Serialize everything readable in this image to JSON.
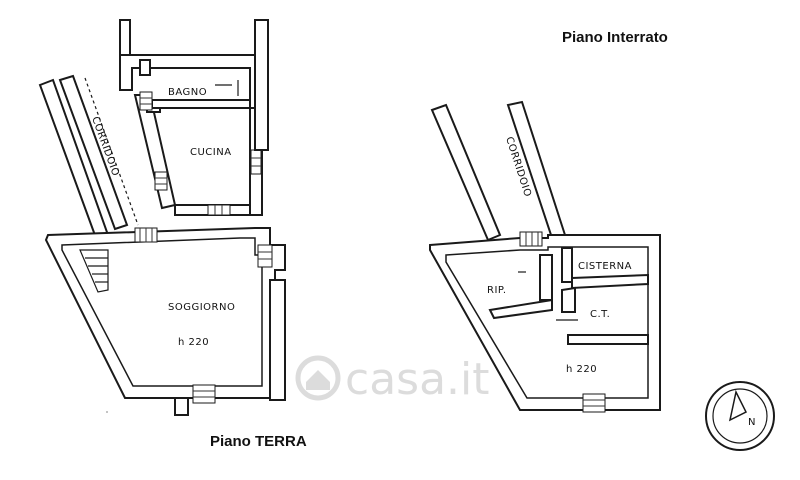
{
  "titles": {
    "ground": "Piano TERRA",
    "basement": "Piano Interrato"
  },
  "rooms": {
    "bagno": "BAGNO",
    "cucina": "CUCINA",
    "soggiorno": "SOGGIORNO",
    "corridoio_ground": "CORRIDOIO",
    "height_ground": "h 220",
    "corridoio_basement": "CORRIDOIO",
    "rip": "RIP.",
    "cisterna": "CISTERNA",
    "ct": "C.T.",
    "height_basement": "h 220"
  },
  "compass": {
    "north": "N"
  },
  "watermark": "casa.it"
}
